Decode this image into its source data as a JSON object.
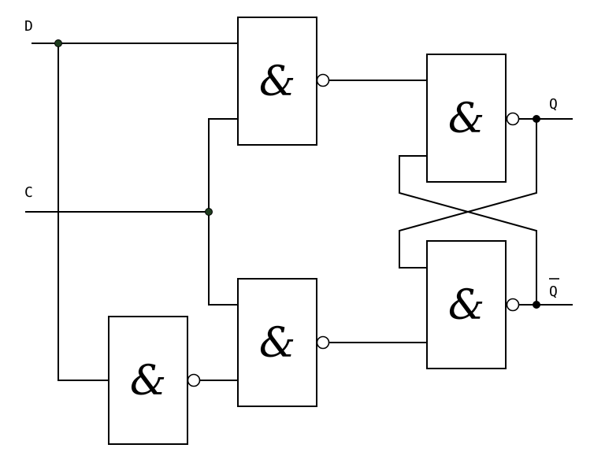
{
  "signals": {
    "d": "D",
    "c": "C",
    "q": "Q",
    "q_bar": "Q"
  },
  "gates": {
    "symbol": "&"
  },
  "colors": {
    "line": "#000000",
    "junction": "#1f3d1f",
    "background": "#ffffff"
  }
}
